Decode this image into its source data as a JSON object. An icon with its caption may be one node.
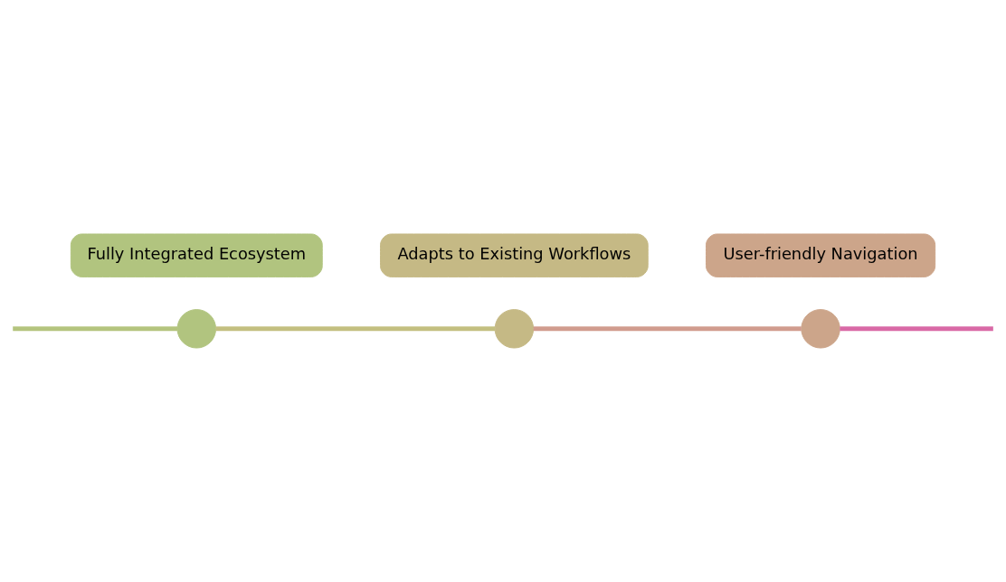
{
  "diagram": {
    "nodes": [
      {
        "text": [
          "Fully Integrated Ecosystem"
        ]
      },
      {
        "text": [
          "Adapts to Existing Workflows"
        ]
      },
      {
        "text": [
          "User-friendly Navigation"
        ]
      },
      {
        "text": [],
        "shape": "circle"
      },
      {
        "text": [],
        "shape": "circle"
      },
      {
        "text": [],
        "shape": "circle"
      }
    ],
    "edges": [
      {
        "from": null,
        "to": 3,
        "arrow": "none",
        "color": "#b4c47e"
      },
      {
        "from": 3,
        "to": 4,
        "arrow": "none",
        "color": "#c3bf80"
      },
      {
        "from": 4,
        "to": 5,
        "arrow": "none",
        "color": "#d19c8e"
      },
      {
        "from": 5,
        "to": null,
        "arrow": "none",
        "color": "#d96aa6"
      }
    ]
  }
}
